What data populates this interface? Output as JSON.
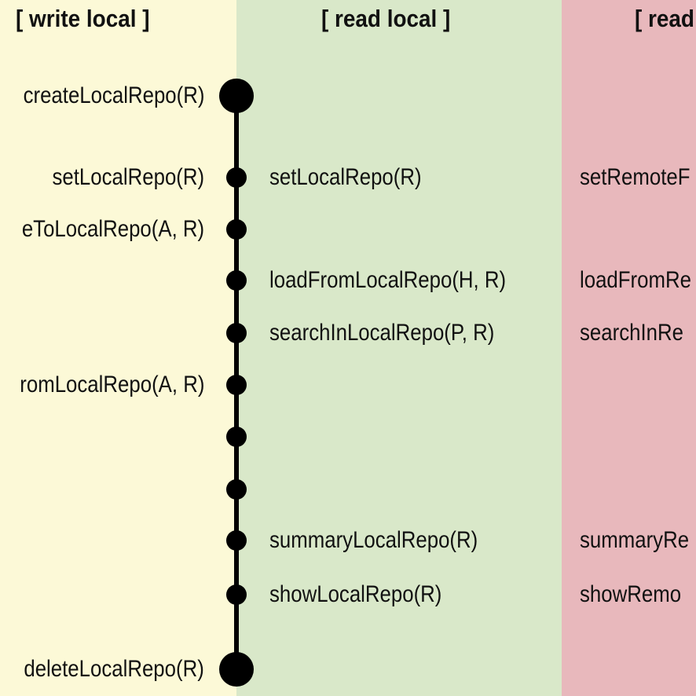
{
  "columns": {
    "write_local": {
      "header": "[ write local ]",
      "color": "#fcf9d7"
    },
    "read_local": {
      "header": "[ read local ]",
      "color": "#d9e8c9"
    },
    "read_remote": {
      "header": "[ read",
      "color": "#e8b8bc"
    }
  },
  "rows": [
    {
      "left": "createLocalRepo(R)",
      "mid": "",
      "right": "",
      "node": "large"
    },
    {
      "left": "setLocalRepo(R)",
      "mid": "setLocalRepo(R)",
      "right": "setRemoteF",
      "node": "small"
    },
    {
      "left": "eToLocalRepo(A, R)",
      "mid": "",
      "right": "",
      "node": "small"
    },
    {
      "left": "",
      "mid": "loadFromLocalRepo(H, R)",
      "right": "loadFromRe",
      "node": "small"
    },
    {
      "left": "",
      "mid": "searchInLocalRepo(P, R)",
      "right": "searchInRe",
      "node": "small"
    },
    {
      "left": "romLocalRepo(A, R)",
      "mid": "",
      "right": "",
      "node": "small"
    },
    {
      "left": "",
      "mid": "",
      "right": "",
      "node": "small"
    },
    {
      "left": "",
      "mid": "",
      "right": "",
      "node": "small"
    },
    {
      "left": "",
      "mid": "summaryLocalRepo(R)",
      "right": "summaryRe",
      "node": "small"
    },
    {
      "left": "",
      "mid": "showLocalRepo(R)",
      "right": "showRemo",
      "node": "small"
    },
    {
      "left": "deleteLocalRepo(R)",
      "mid": "",
      "right": "",
      "node": "large"
    }
  ],
  "timeline_color": "#000000"
}
